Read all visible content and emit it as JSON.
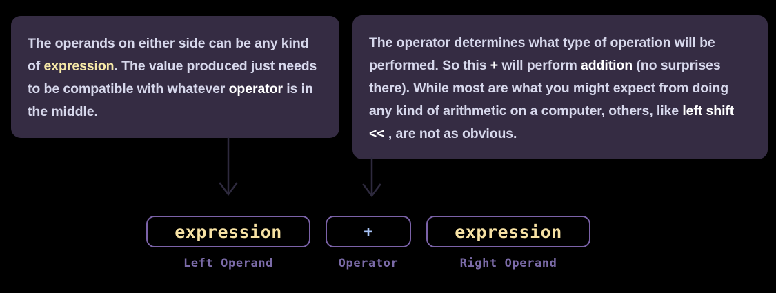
{
  "theme": {
    "page_background": "#000000",
    "card_background": "#352C43",
    "body_text": "#D7D8EC",
    "highlight_yellow": "#F7E9A8",
    "highlight_bold": "#FFFFFF",
    "token_border": "#7B62A8",
    "token_text": "#F7E2A4",
    "operator_blue": "#A9C4F7",
    "label_purple": "#7B6BA8",
    "arrow_color": "#2E2A3E"
  },
  "callouts": {
    "left": {
      "full_text": "The operands on either side can be any kind of expression. The value produced just needs to be compatible with whatever operator is in the middle.",
      "segments": [
        {
          "text": "The operands on either side can be any kind of ",
          "style": "normal"
        },
        {
          "text": "expression",
          "style": "yellow"
        },
        {
          "text": ". The value produced just needs to be compatible with whatever ",
          "style": "normal"
        },
        {
          "text": "operator",
          "style": "bold"
        },
        {
          "text": " is in the middle.",
          "style": "normal"
        }
      ]
    },
    "right": {
      "full_text": "The operator determines what type of operation will be performed. So this + will perform addition (no surprises there). While most are what you might expect from doing any kind of arithmetic on a computer, others, like left shift << , are not as obvious.",
      "segments": [
        {
          "text": "The operator determines what type of operation will be performed. So this ",
          "style": "normal"
        },
        {
          "text": "+",
          "style": "bold"
        },
        {
          "text": " will perform ",
          "style": "normal"
        },
        {
          "text": "addition",
          "style": "bold"
        },
        {
          "text": " (no surprises there). While most are what you might expect from doing any kind of arithmetic on a computer, others, like ",
          "style": "normal"
        },
        {
          "text": "left shift <<",
          "style": "bold"
        },
        {
          "text": " , are not as obvious.",
          "style": "normal"
        }
      ]
    }
  },
  "connectors": [
    {
      "name": "arrow-to-left-operand",
      "from": "callout-left",
      "to": "token-left-operand"
    },
    {
      "name": "arrow-to-operator",
      "from": "callout-right",
      "to": "token-operator"
    }
  ],
  "expression_row": {
    "tokens": [
      {
        "value": "expression",
        "label": "Left Operand",
        "kind": "operand"
      },
      {
        "value": "+",
        "label": "Operator",
        "kind": "operator"
      },
      {
        "value": "expression",
        "label": "Right Operand",
        "kind": "operand"
      }
    ]
  }
}
